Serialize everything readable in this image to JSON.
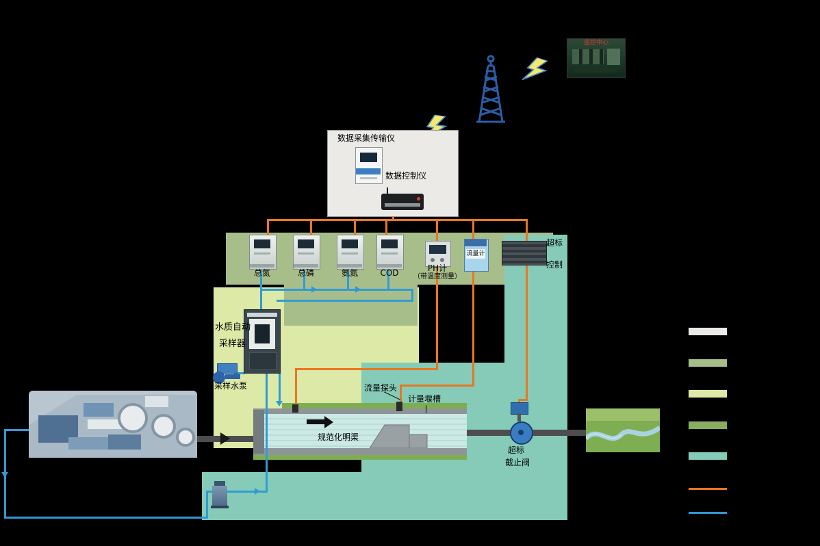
{
  "colors": {
    "gray_panel": "#ECEAE7",
    "olive": "#A8BE8A",
    "yellow_green": "#DDE9A6",
    "green": "#7FAE52",
    "teal": "#86CBB7",
    "orange": "#E87722",
    "blue": "#2F9BD6",
    "tower_blue": "#2B5EA8",
    "red_label": "#D93A2E",
    "legend_green": "#8AAC60",
    "pipe_gray": "#4D4D4D"
  },
  "monitoring_center": {
    "label": "监控中心"
  },
  "data_box": {
    "title": "数据采集传输仪",
    "controller_label": "数据控制仪"
  },
  "analyzers": [
    {
      "label": "总氮"
    },
    {
      "label": "总磷"
    },
    {
      "label": "氨氮"
    },
    {
      "label": "COD"
    }
  ],
  "ph_meter": {
    "label": "PH计",
    "sub": "（带温度测量）"
  },
  "flow_meter": {
    "label": "流量计"
  },
  "exceed_controller": {
    "line1": "超标",
    "line2": "控制"
  },
  "sampler": {
    "line1": "水质自动",
    "line2": "采样器"
  },
  "sampling_pump": {
    "label": "采样水泵"
  },
  "channel": {
    "label": "规范化明渠",
    "probe_label": "流量探头",
    "weir_label": "计量堰槽"
  },
  "valve": {
    "line1": "超标",
    "line2": "截止阀"
  },
  "legend": {
    "swatches": [
      {
        "color": "#ECEAE7"
      },
      {
        "color": "#A8BE8A"
      },
      {
        "color": "#DDE9A6"
      },
      {
        "color": "#8AAC60"
      },
      {
        "color": "#86CBB7"
      }
    ],
    "lines": [
      {
        "color": "#E87722"
      },
      {
        "color": "#2F9BD6"
      }
    ]
  }
}
